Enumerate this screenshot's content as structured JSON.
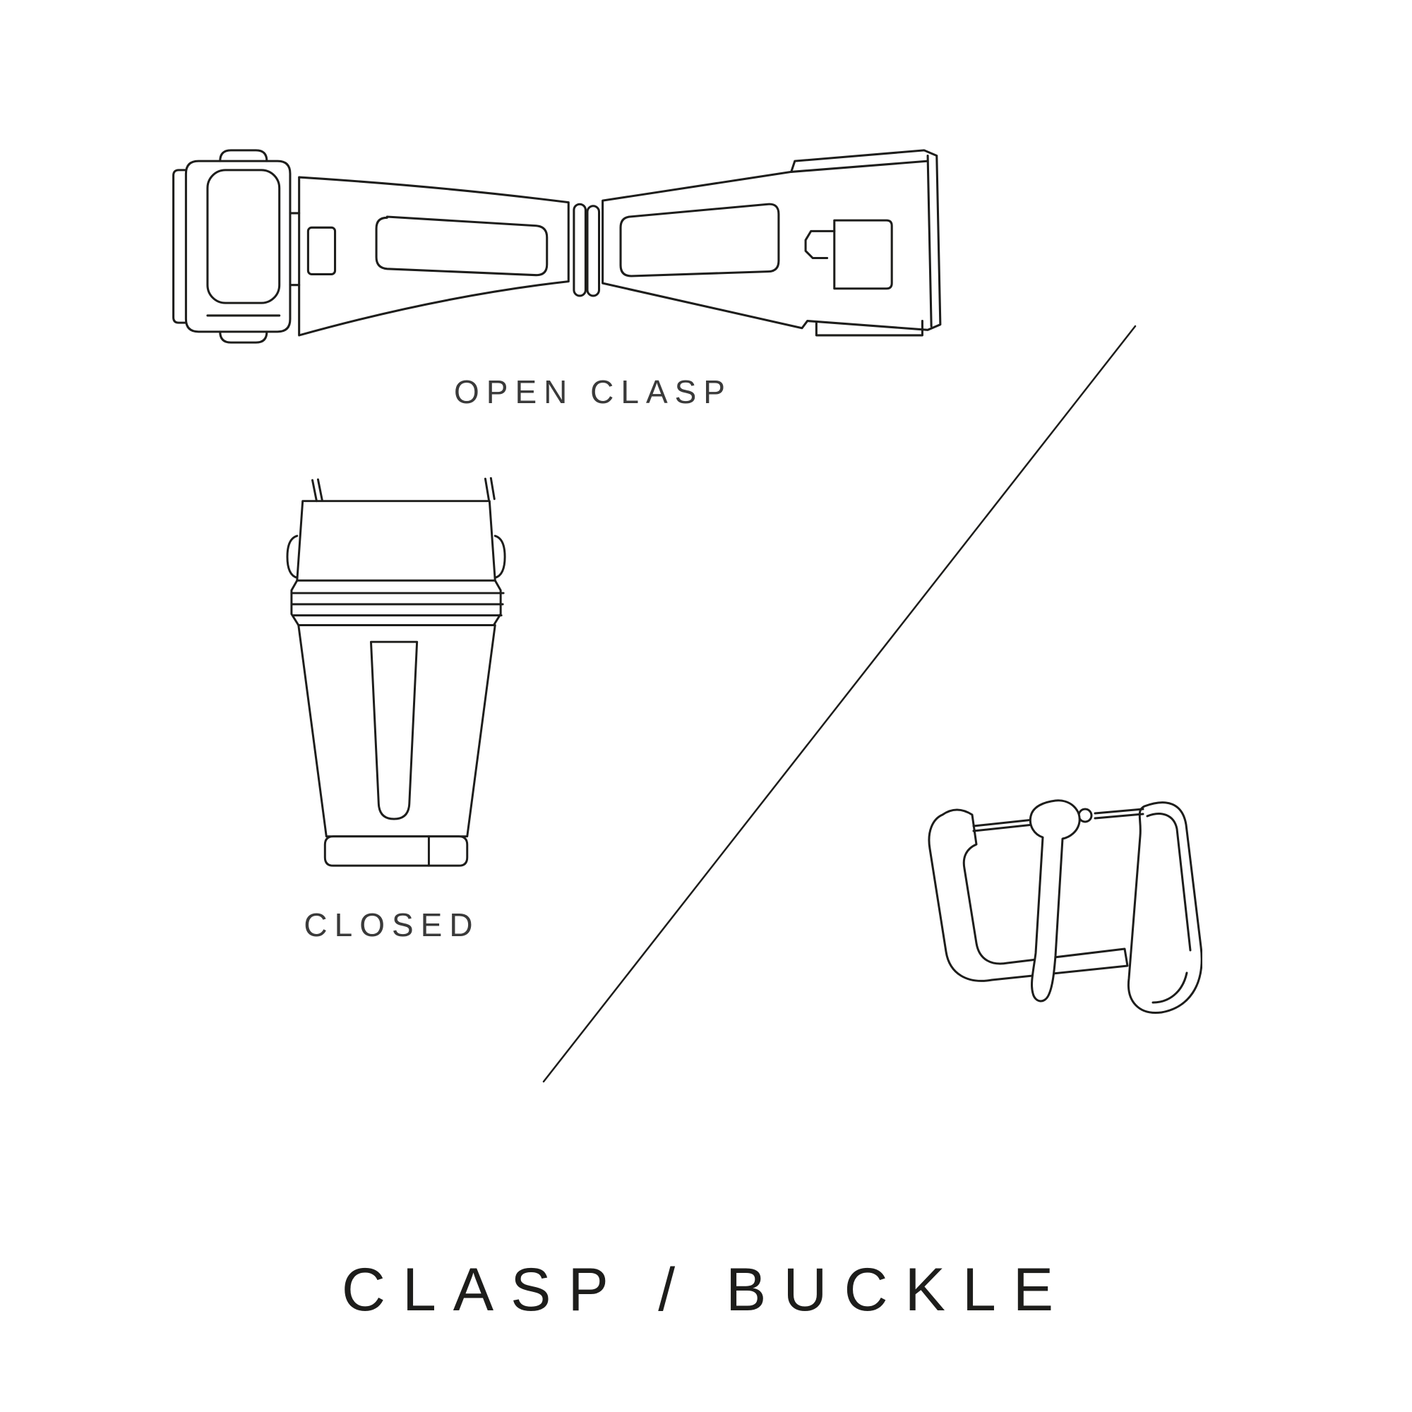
{
  "page": {
    "background": "#ffffff",
    "ink": "#1d1d1b",
    "label_color": "#3a3a3a"
  },
  "diagram": {
    "title": "CLASP / BUCKLE",
    "open_clasp_label": "OPEN CLASP",
    "closed_label": "CLOSED",
    "illustrations": {
      "open_clasp": "open-clasp-drawing",
      "closed_clasp": "closed-clasp-drawing",
      "buckle": "buckle-drawing",
      "divider": "diagonal-divider-line"
    }
  }
}
